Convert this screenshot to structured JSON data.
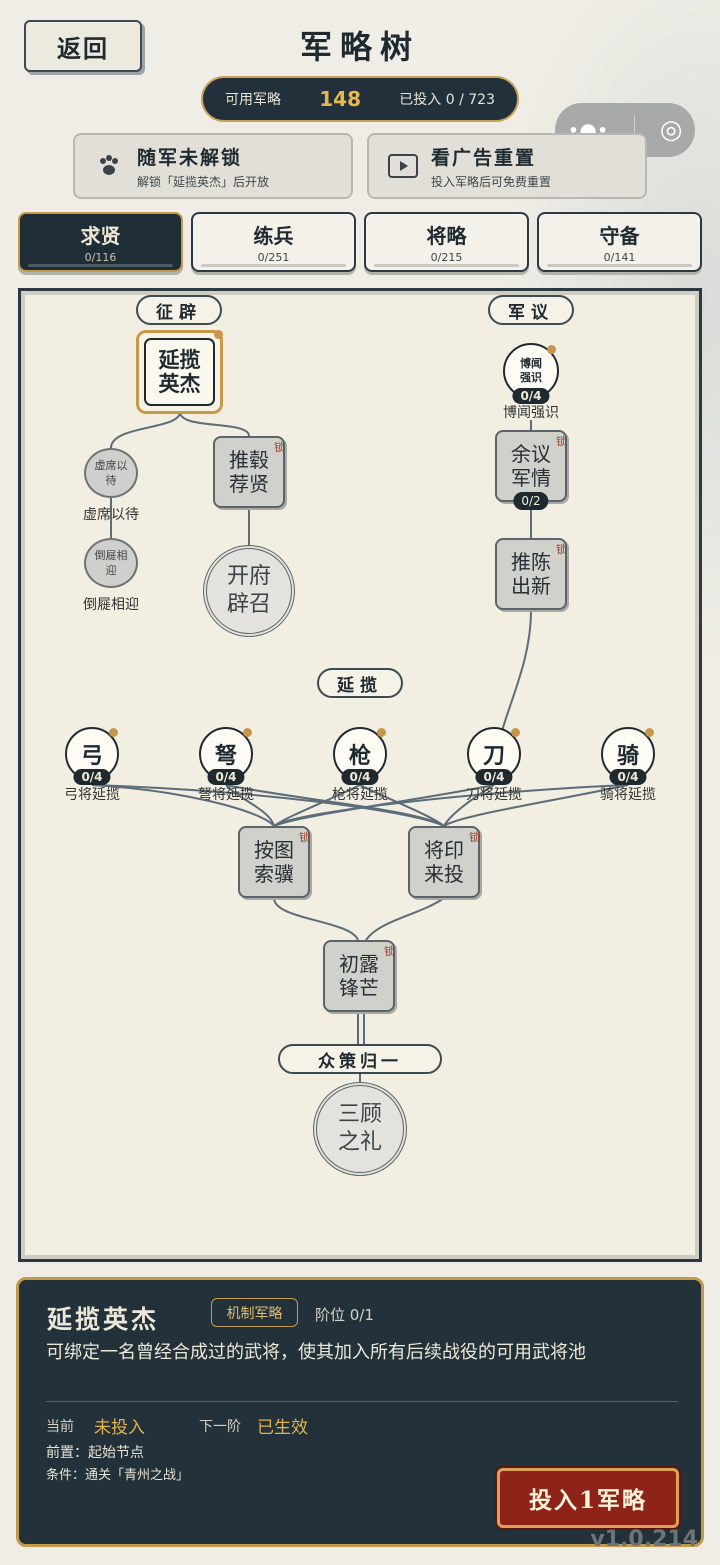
{
  "header": {
    "back_label": "返回",
    "title": "军略树"
  },
  "resources": {
    "available_label": "可用军略",
    "available_value": "148",
    "invested_label": "已投入",
    "invested_value": "0 / 723"
  },
  "capsule": {
    "more": "•●•",
    "close": "◎"
  },
  "buttons": {
    "follower": {
      "title": "随军未解锁",
      "subtitle": "解锁「延揽英杰」后开放",
      "icon": "paw-icon"
    },
    "reset": {
      "title": "看广告重置",
      "subtitle": "投入军略后可免费重置",
      "icon": "video-icon"
    }
  },
  "tabs": [
    {
      "label": "求贤",
      "count": "0/116",
      "active": true
    },
    {
      "label": "练兵",
      "count": "0/251",
      "active": false
    },
    {
      "label": "将略",
      "count": "0/215",
      "active": false
    },
    {
      "label": "守备",
      "count": "0/141",
      "active": false
    }
  ],
  "tree": {
    "sections": {
      "zhengpi": "征辟",
      "junyi": "军议",
      "yanlan": "延揽",
      "zhongce": "众策归一"
    },
    "nodes": {
      "yanlan_yingjie": "延揽英杰",
      "xuxi_yidai": "虚席以待",
      "xuxi_yidai_label": "虚席以待",
      "daoxi_xiangying": "倒屣相迎",
      "daoxi_xiangying_label": "倒屣相迎",
      "tuigu_jianxian": "推毂荐贤",
      "kaifu_pizhao": "开府辟召",
      "bowen_qiangshi": "博闻强识",
      "bowen_qiangshi_badge": "0/4",
      "bowen_qiangshi_label": "博闻强识",
      "yuyi_junqing": "余议军情",
      "yuyi_junqing_badge": "0/2",
      "tuichen_chuxin": "推陈出新",
      "an_tu_suoji": "按图索骥",
      "jiangyin_laitou": "将印来投",
      "chulu_fengmang": "初露锋芒",
      "sangu_zhili": "三顾之礼",
      "lock": "锁"
    },
    "recruit": [
      {
        "glyph": "弓",
        "badge": "0/4",
        "label": "弓将延揽"
      },
      {
        "glyph": "弩",
        "badge": "0/4",
        "label": "弩将延揽"
      },
      {
        "glyph": "枪",
        "badge": "0/4",
        "label": "枪将延揽"
      },
      {
        "glyph": "刀",
        "badge": "0/4",
        "label": "刀将延揽"
      },
      {
        "glyph": "骑",
        "badge": "0/4",
        "label": "骑将延揽"
      }
    ]
  },
  "detail": {
    "name": "延揽英杰",
    "tag": "机制军略",
    "rank": "阶位 0/1",
    "desc": "可绑定一名曾经合成过的武将，使其加入所有后续战役的可用武将池",
    "current_label": "当前",
    "current_value": "未投入",
    "next_label": "下一阶",
    "next_value": "已生效",
    "prereq": "前置：起始节点",
    "condition": "条件：通关「青州之战」",
    "invest_button": "投入1军略"
  },
  "version": "v1.0.214"
}
